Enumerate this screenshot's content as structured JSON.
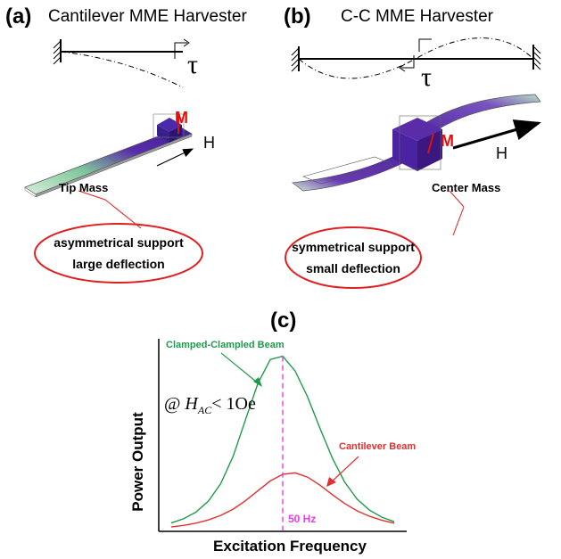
{
  "panel_a": {
    "label": "(a)",
    "title": "Cantilever MME Harvester",
    "tau": "τ",
    "moment": "M",
    "field": "H",
    "mass_label": "Tip Mass",
    "ellipse_line1": "asymmetrical support",
    "ellipse_line2": "large deflection"
  },
  "panel_b": {
    "label": "(b)",
    "title": "C-C MME Harvester",
    "tau": "τ",
    "moment": "M",
    "field": "H",
    "mass_label": "Center Mass",
    "ellipse_line1": "symmetrical support",
    "ellipse_line2": "small deflection"
  },
  "panel_c": {
    "label": "(c)",
    "annotation_prefix": "@ ",
    "annotation_h": "H",
    "annotation_sub": "AC",
    "annotation_suffix": "< 1Oe",
    "marker_label": "50 Hz"
  },
  "colors": {
    "green_curve": "#1f9a4a",
    "red_curve": "#e03030",
    "magenta_marker": "#e040e0",
    "ellipse_red": "#e02020",
    "beam_purple": "#5a2ca8",
    "beam_green": "#a8d8b0"
  },
  "chart_data": {
    "type": "line",
    "xlabel": "Excitation Frequency",
    "ylabel": "Power Output",
    "x": [
      0,
      5,
      10,
      15,
      20,
      25,
      30,
      35,
      40,
      45,
      50,
      55,
      60,
      65,
      70,
      75,
      80,
      85,
      90,
      95,
      100
    ],
    "series": [
      {
        "name": "Clamped-Clampled Beam",
        "color": "#1f9a4a",
        "values": [
          4.8,
          7.2,
          11.0,
          17.2,
          27.3,
          42.9,
          63.8,
          84.6,
          98.2,
          100,
          91.6,
          76.9,
          58.9,
          41.9,
          28.1,
          18.4,
          12.1,
          8.1,
          5.5
        ]
      },
      {
        "name": "Cantilever Beam",
        "color": "#e03030",
        "values": [
          2.5,
          3.4,
          4.7,
          6.5,
          9.1,
          12.7,
          17.5,
          23.2,
          28.8,
          32.6,
          33.4,
          31.0,
          26.4,
          21.0,
          15.9,
          11.7,
          8.6,
          6.3,
          4.7
        ]
      }
    ],
    "x_series": [
      5,
      10,
      15,
      20,
      25,
      30,
      35,
      40,
      45,
      50,
      55,
      60,
      65,
      70,
      75,
      80,
      85,
      90,
      95
    ],
    "ylim": [
      0,
      110
    ],
    "xlim": [
      0,
      100
    ],
    "marker_x": 50
  }
}
